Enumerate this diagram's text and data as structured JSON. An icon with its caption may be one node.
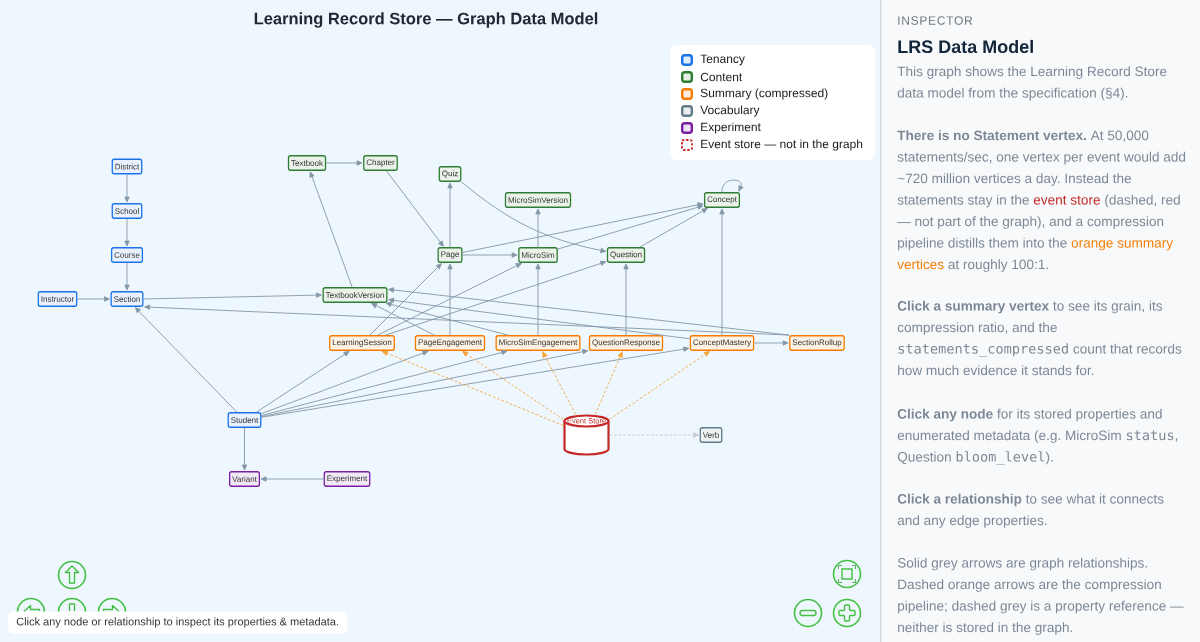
{
  "diagram": {
    "title": "Learning Record Store — Graph Data Model",
    "nodes": [
      {
        "text": [
          "District"
        ]
      },
      {
        "text": [
          "School"
        ]
      },
      {
        "text": [
          "Course"
        ]
      },
      {
        "text": [
          "Instructor"
        ]
      },
      {
        "text": [
          "Section"
        ]
      },
      {
        "text": [
          "Textbook"
        ]
      },
      {
        "text": [
          "Chapter"
        ]
      },
      {
        "text": [
          "Quiz"
        ]
      },
      {
        "text": [
          "MicroSimVersion"
        ]
      },
      {
        "text": [
          "Concept"
        ]
      },
      {
        "text": [
          "Page"
        ]
      },
      {
        "text": [
          "MicroSim"
        ]
      },
      {
        "text": [
          "Question"
        ]
      },
      {
        "text": [
          "TextbookVersion"
        ]
      },
      {
        "text": [
          "LearningSession"
        ]
      },
      {
        "text": [
          "PageEngagement"
        ]
      },
      {
        "text": [
          "MicroSimEngagement"
        ]
      },
      {
        "text": [
          "QuestionResponse"
        ]
      },
      {
        "text": [
          "ConceptMastery"
        ]
      },
      {
        "text": [
          "SectionRollup"
        ]
      },
      {
        "text": [
          "Student"
        ]
      },
      {
        "text": [
          "Event Store"
        ]
      },
      {
        "text": [
          "Verb"
        ]
      },
      {
        "text": [
          "Variant"
        ]
      },
      {
        "text": [
          "Experiment"
        ]
      }
    ],
    "edges": [
      {
        "from": 0,
        "to": 1,
        "arrow": "to"
      },
      {
        "from": 1,
        "to": 2,
        "arrow": "to"
      },
      {
        "from": 2,
        "to": 4,
        "arrow": "to"
      },
      {
        "from": 3,
        "to": 4,
        "arrow": "to"
      },
      {
        "from": 4,
        "to": 13,
        "arrow": "to"
      },
      {
        "from": 19,
        "to": 4,
        "arrow": "to"
      },
      {
        "from": 20,
        "to": 4,
        "arrow": "to"
      },
      {
        "from": 5,
        "to": 6,
        "arrow": "to"
      },
      {
        "from": 13,
        "to": 5,
        "arrow": "to"
      },
      {
        "from": 6,
        "to": 10,
        "arrow": "to"
      },
      {
        "from": 10,
        "to": 7,
        "arrow": "to"
      },
      {
        "from": 7,
        "to": 12,
        "arrow": "to"
      },
      {
        "from": 10,
        "to": 11,
        "arrow": "to"
      },
      {
        "from": 11,
        "to": 8,
        "arrow": "to"
      },
      {
        "from": 10,
        "to": 9,
        "arrow": "to"
      },
      {
        "from": 11,
        "to": 9,
        "arrow": "to"
      },
      {
        "from": 12,
        "to": 9,
        "arrow": "to"
      },
      {
        "from": 9,
        "to": 9,
        "arrow": "to"
      },
      {
        "from": 14,
        "to": 10,
        "arrow": "to"
      },
      {
        "from": 14,
        "to": 11,
        "arrow": "to"
      },
      {
        "from": 14,
        "to": 12,
        "arrow": "to"
      },
      {
        "from": 15,
        "to": 10,
        "arrow": "to"
      },
      {
        "from": 15,
        "to": 13,
        "arrow": "to"
      },
      {
        "from": 16,
        "to": 11,
        "arrow": "to"
      },
      {
        "from": 16,
        "to": 13,
        "arrow": "to"
      },
      {
        "from": 17,
        "to": 12,
        "arrow": "to"
      },
      {
        "from": 18,
        "to": 9,
        "arrow": "to"
      },
      {
        "from": 18,
        "to": 13,
        "arrow": "to"
      },
      {
        "from": 18,
        "to": 19,
        "arrow": "to"
      },
      {
        "from": 19,
        "to": 13,
        "arrow": "to"
      },
      {
        "from": 20,
        "to": 14,
        "arrow": "to"
      },
      {
        "from": 20,
        "to": 15,
        "arrow": "to"
      },
      {
        "from": 20,
        "to": 16,
        "arrow": "to"
      },
      {
        "from": 20,
        "to": 17,
        "arrow": "to"
      },
      {
        "from": 20,
        "to": 18,
        "arrow": "to"
      },
      {
        "from": 20,
        "to": 23,
        "arrow": "to"
      },
      {
        "from": 24,
        "to": 23,
        "arrow": "to"
      },
      {
        "from": 21,
        "to": 14,
        "arrow": "to",
        "style": "dashed",
        "color": "#f5a53a"
      },
      {
        "from": 21,
        "to": 15,
        "arrow": "to",
        "style": "dashed",
        "color": "#f5a53a"
      },
      {
        "from": 21,
        "to": 16,
        "arrow": "to",
        "style": "dashed",
        "color": "#f5a53a"
      },
      {
        "from": 21,
        "to": 17,
        "arrow": "to",
        "style": "dashed",
        "color": "#f5a53a"
      },
      {
        "from": 21,
        "to": 18,
        "arrow": "to",
        "style": "dashed",
        "color": "#f5a53a"
      },
      {
        "from": 21,
        "to": 22,
        "arrow": "to",
        "style": "dashed",
        "color": "#c2cbd3"
      }
    ],
    "labels": [
      "INSPECTOR",
      "LRS Data Model",
      "This graph shows the Learning Record Store data model from the specification (§4).",
      "**There is no Statement vertex.** At 50,000 statements/sec, one vertex per event would add ~720 million vertices a day. Instead the statements stay in the",
      "event store",
      "(dashed, red — not part of the graph), and a compression pipeline distills them into the",
      "orange summary vertices",
      "at roughly 100:1.",
      "**Click a summary vertex** to see its grain, its compression ratio, and the",
      "statements_compressed",
      "count that records how much evidence it stands for.",
      "**Click any node** for its stored properties and enumerated metadata (e.g. MicroSim",
      "status",
      ", Question",
      "bloom_level",
      ").",
      "**Click a relationship** to see what it connects and any edge properties.",
      "Solid grey arrows are graph relationships. Dashed orange arrows are the compression pipeline; dashed grey is a property reference — neither is stored in the graph.",
      "Click any node or relationship to inspect its properties & metadata."
    ],
    "legend": [
      {
        "text": "Tenancy",
        "color": "#1a73e8"
      },
      {
        "text": "Content",
        "color": "#2e7d32"
      },
      {
        "text": "Summary (compressed)",
        "color": "#f57c00"
      },
      {
        "text": "Vocabulary",
        "color": "#607d8b"
      },
      {
        "text": "Experiment",
        "color": "#7b1fa2"
      },
      {
        "text": "Event store — not in the graph"
      }
    ]
  }
}
